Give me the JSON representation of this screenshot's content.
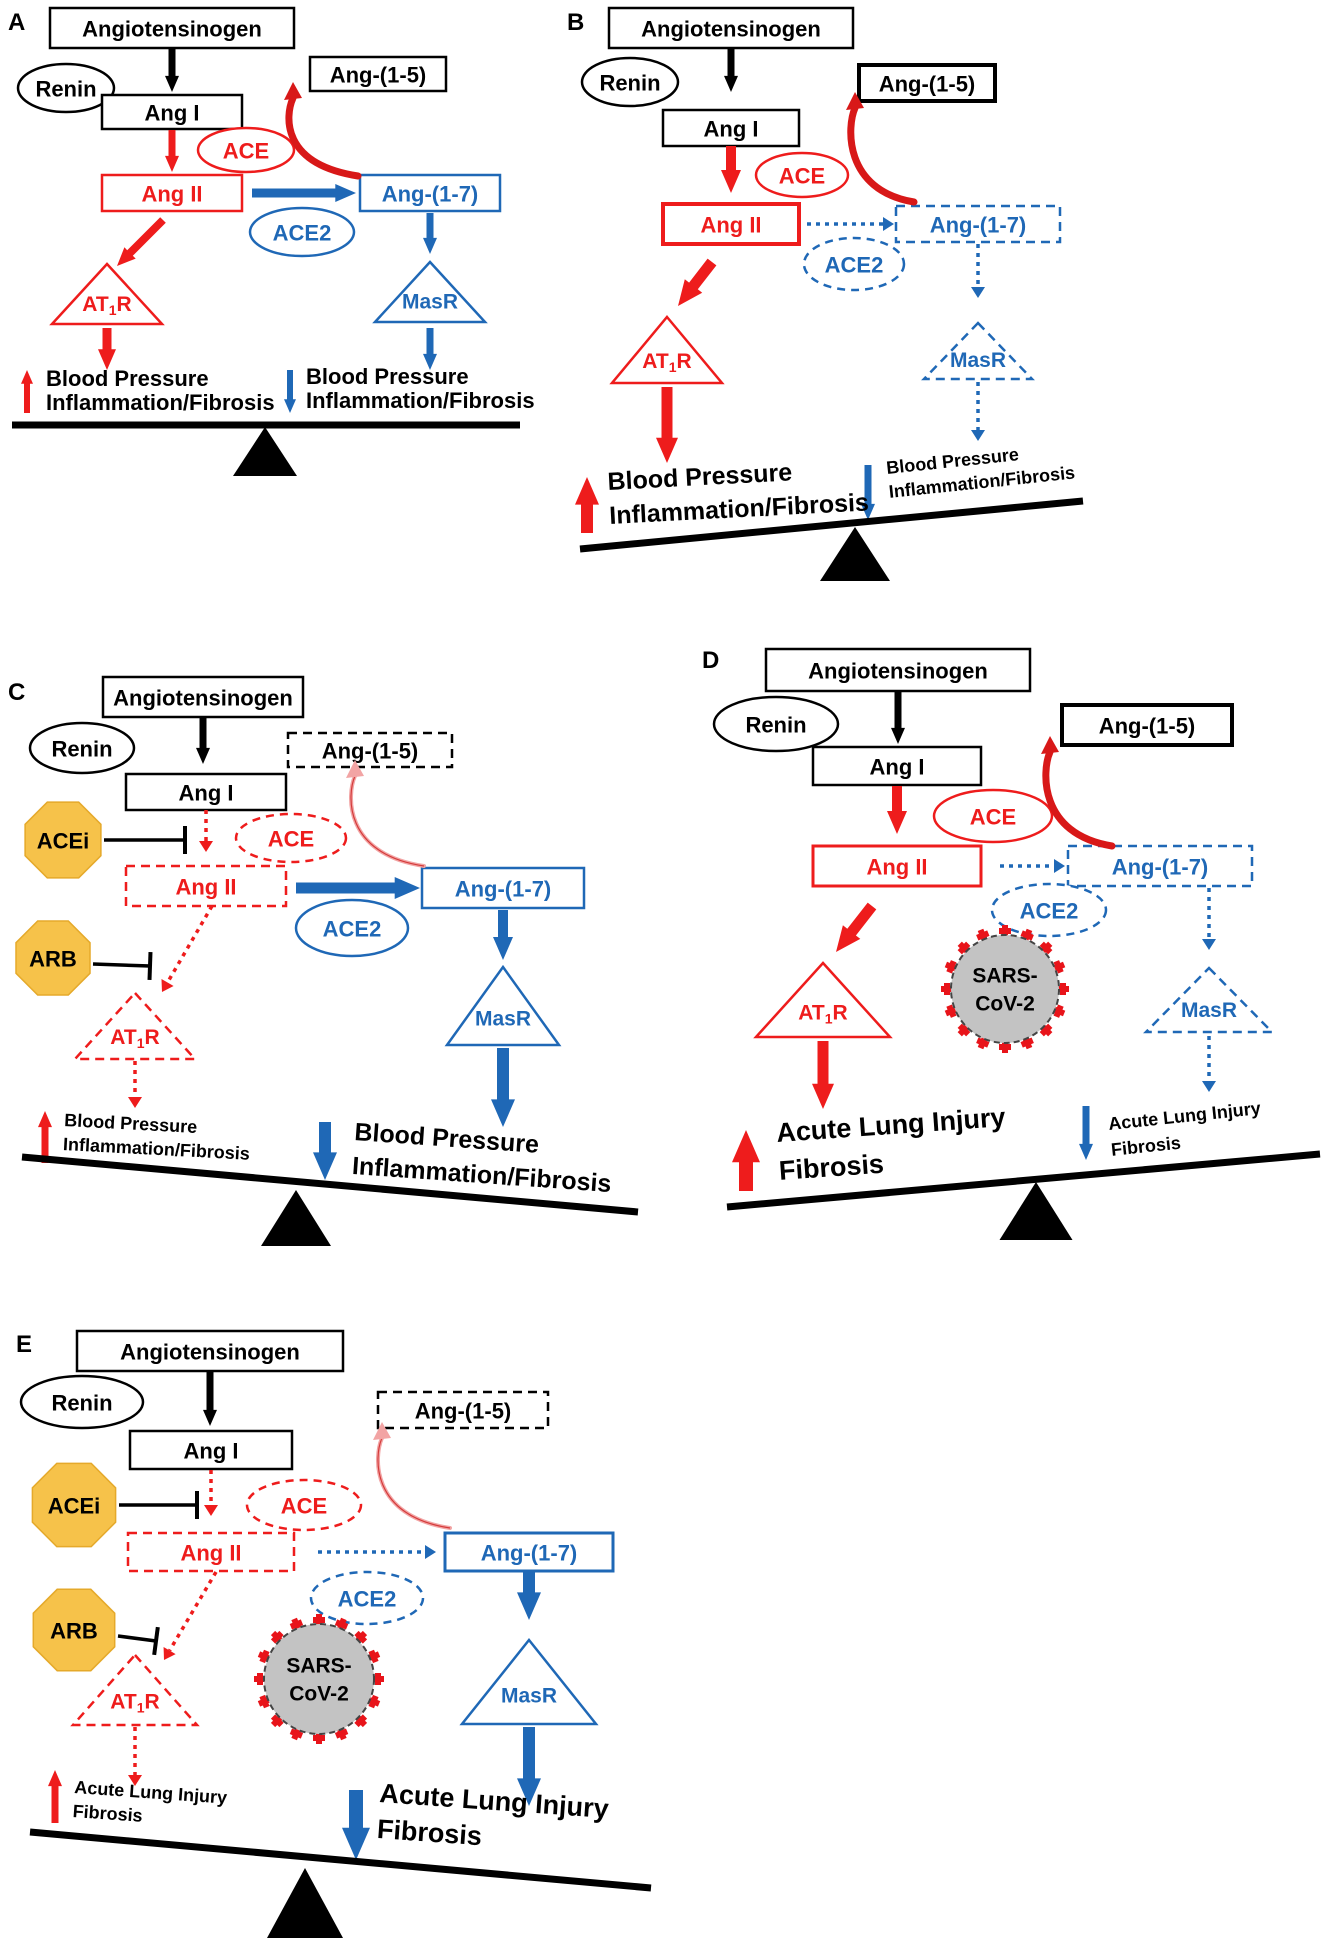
{
  "colors": {
    "black": "#000000",
    "red": "#ee1c1c",
    "blue": "#1f68b6",
    "drug": "#f6c24a",
    "drug_stroke": "#e5a92a",
    "virus": "#c3c3c3",
    "spike": "#e8141a"
  },
  "labels": {
    "angiotensinogen": "Angiotensinogen",
    "renin": "Renin",
    "ang1": "Ang I",
    "ang2": "Ang II",
    "ace": "ACE",
    "ace2": "ACE2",
    "ang15": "Ang-(1-5)",
    "ang17": "Ang-(1-7)",
    "at1r_main": "AT",
    "at1r_sub": "1",
    "at1r_end": "R",
    "masr": "MasR",
    "acei": "ACEi",
    "arb": "ARB",
    "sars_line1": "SARS-",
    "sars_line2": "CoV-2",
    "bp": "Blood Pressure",
    "inflam": "Inflammation/Fibrosis",
    "ali": "Acute Lung Injury",
    "fibrosis": "Fibrosis"
  },
  "panels": [
    {
      "id": "A",
      "letter": "A"
    },
    {
      "id": "B",
      "letter": "B"
    },
    {
      "id": "C",
      "letter": "C"
    },
    {
      "id": "D",
      "letter": "D"
    },
    {
      "id": "E",
      "letter": "E"
    }
  ],
  "icons": {
    "up_arrow": "up-arrow-icon",
    "down_arrow": "down-arrow-icon",
    "fulcrum": "triangle-fulcrum-icon",
    "inhibit": "inhibition-bar-icon",
    "virus": "coronavirus-icon"
  }
}
